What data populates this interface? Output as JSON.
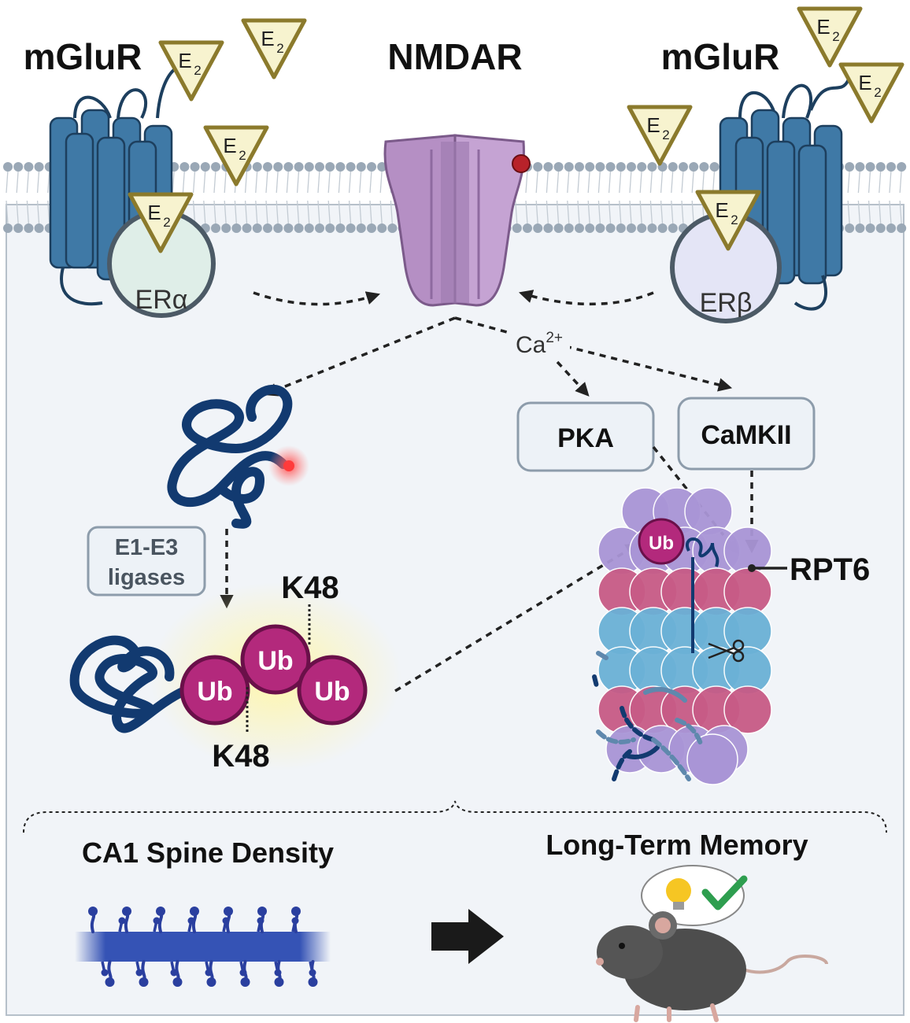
{
  "receptors": {
    "mglur_left": "mGluR",
    "nmdar": "NMDAR",
    "mglur_right": "mGluR",
    "er_alpha": "ERα",
    "er_beta": "ERβ"
  },
  "ligand": {
    "base": "E",
    "subscript": "2"
  },
  "ion": {
    "base": "Ca",
    "superscript": "2+"
  },
  "kinases": {
    "pka": "PKA",
    "camkii": "CaMKII"
  },
  "ligases": {
    "line1": "E1-E3",
    "line2": "ligases"
  },
  "ubiquitin": {
    "ub": "Ub",
    "k48_top": "K48",
    "k48_bottom": "K48"
  },
  "proteasome": {
    "rpt6": "RPT6"
  },
  "outcomes": {
    "spine_density": "CA1 Spine Density",
    "memory": "Long-Term Memory"
  },
  "colors": {
    "membrane_head": "#9aa8b6",
    "cytoplasm": "#f1f4f8",
    "mglur": "#3f79a6",
    "nmdar": "#b58fc4",
    "e2_fill": "#f7f3cf",
    "e2_stroke": "#8b7a2c",
    "ub": "#b3297c",
    "proteasome_purple": "#a995d6",
    "proteasome_pink": "#c75b86",
    "proteasome_blue": "#6bb1d6",
    "chain": "#123a70",
    "check": "#2e9e4f"
  },
  "icons": [
    "e2-triangle-icon",
    "scissors-icon",
    "lightbulb-icon",
    "checkmark-icon",
    "mouse-icon",
    "arrow-icon"
  ]
}
